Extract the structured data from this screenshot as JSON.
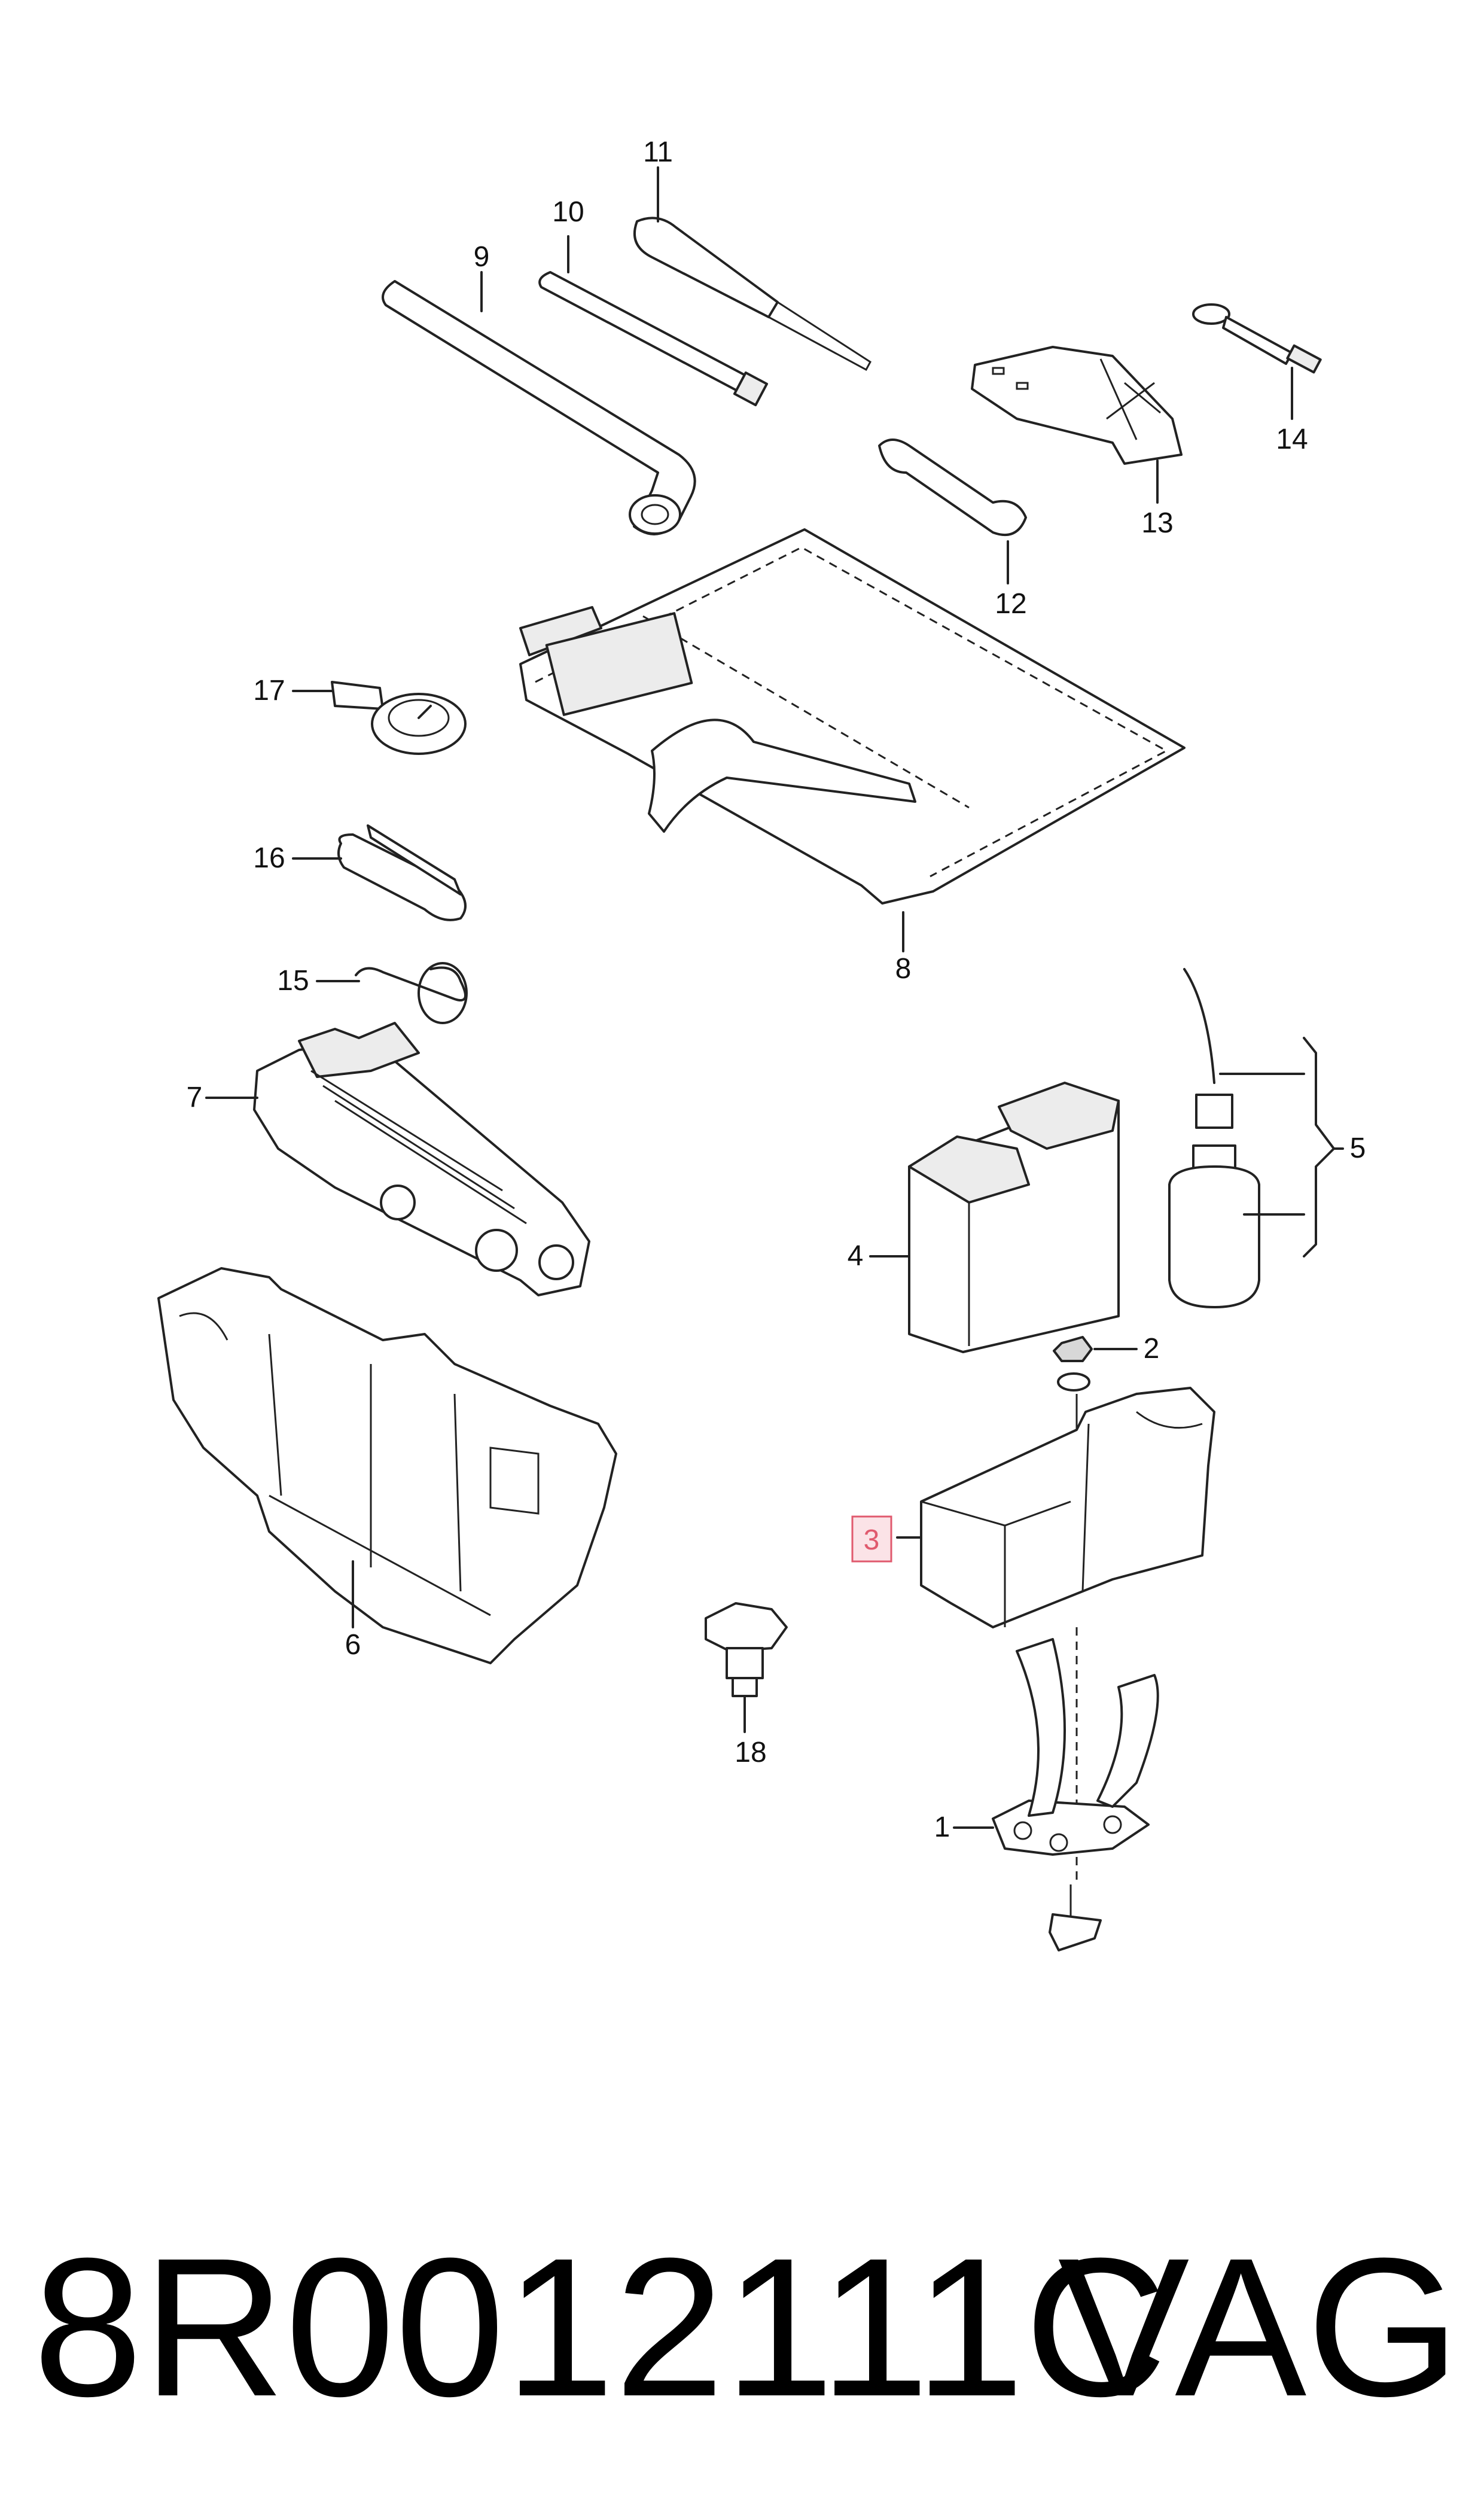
{
  "callouts": {
    "c1": "1",
    "c2": "2",
    "c3": "3",
    "c4": "4",
    "c5": "5",
    "c6": "6",
    "c7": "7",
    "c8": "8",
    "c9": "9",
    "c10": "10",
    "c11": "11",
    "c12": "12",
    "c13": "13",
    "c14": "14",
    "c15": "15",
    "c16": "16",
    "c17": "17",
    "c18": "18"
  },
  "highlighted_callout": "3",
  "highlight_color": "#e05a6e",
  "part_number": "8R0012111C",
  "brand": "VAG"
}
